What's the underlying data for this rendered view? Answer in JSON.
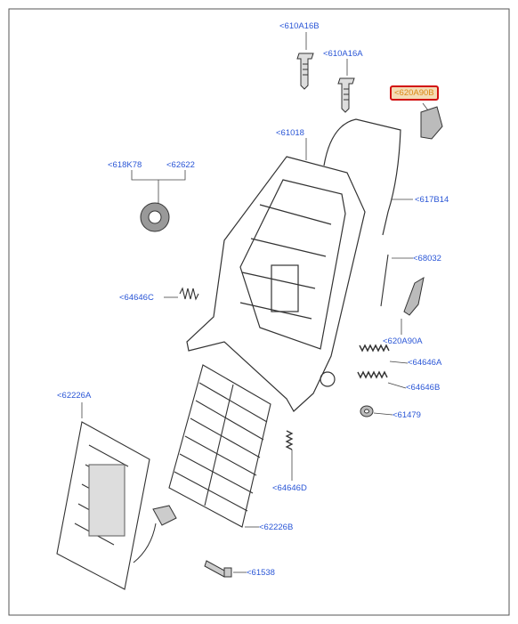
{
  "diagram": {
    "labels": [
      {
        "id": "l610a16b",
        "text": "<610A16B"
      },
      {
        "id": "l610a16a",
        "text": "<610A16A"
      },
      {
        "id": "l620a90b",
        "text": "<620A90B",
        "highlighted": true
      },
      {
        "id": "l61018",
        "text": "<61018"
      },
      {
        "id": "l618k78",
        "text": "<618K78"
      },
      {
        "id": "l62622",
        "text": "<62622"
      },
      {
        "id": "l617b14",
        "text": "<617B14"
      },
      {
        "id": "l68032",
        "text": "<68032"
      },
      {
        "id": "l64646c",
        "text": "<64646C"
      },
      {
        "id": "l620a90a",
        "text": "<620A90A"
      },
      {
        "id": "l64646a",
        "text": "<64646A"
      },
      {
        "id": "l62226a",
        "text": "<62226A"
      },
      {
        "id": "l64646b",
        "text": "<64646B"
      },
      {
        "id": "l61479",
        "text": "<61479"
      },
      {
        "id": "l64646d",
        "text": "<64646D"
      },
      {
        "id": "l62226b",
        "text": "<62226B"
      },
      {
        "id": "l61538",
        "text": "<61538"
      }
    ],
    "colors": {
      "label": "#2a56d6",
      "highlight_border": "#d10f0f",
      "highlight_text": "#d98a16",
      "highlight_fill": "#f4dcb5",
      "line": "#333333",
      "frame": "#444444"
    }
  }
}
